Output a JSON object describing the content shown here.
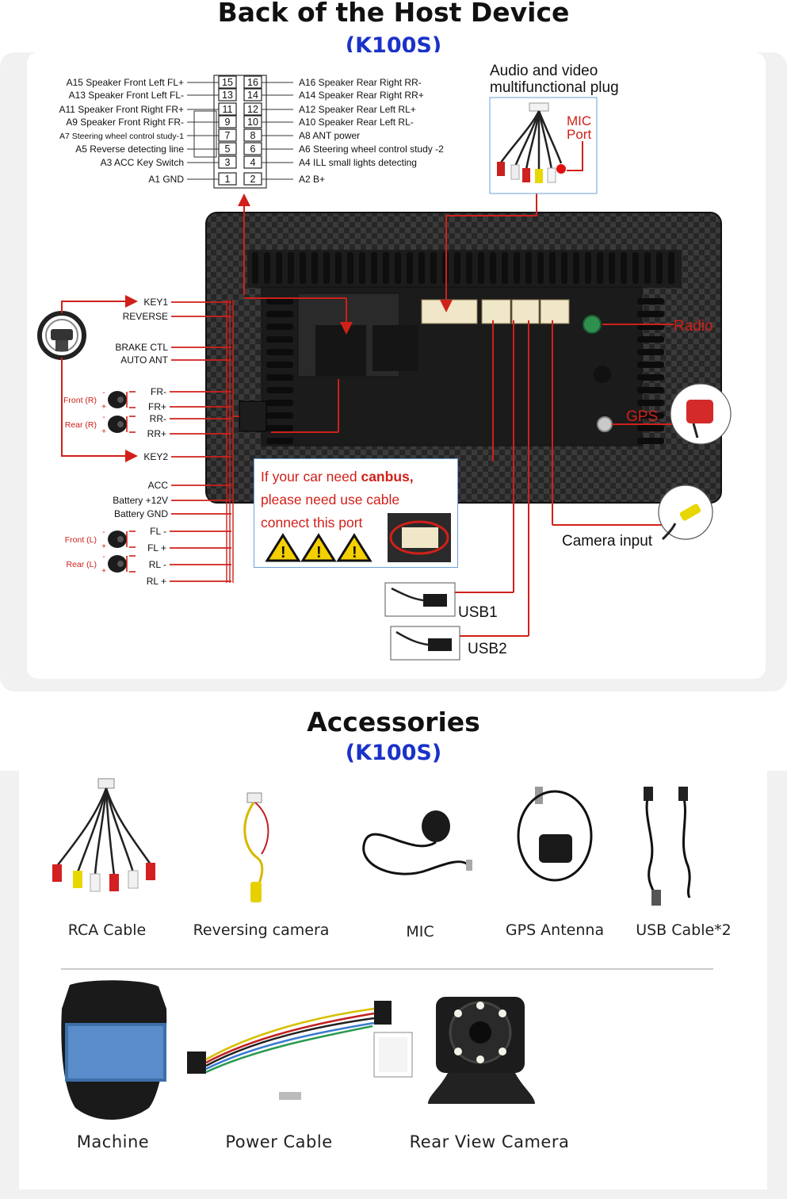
{
  "section1": {
    "title": "Back of the Host Device",
    "model": "(K100S)",
    "av_plug_label_1": "Audio and video",
    "av_plug_label_2": "multifunctional plug",
    "mic_port_1": "MIC",
    "mic_port_2": "Port",
    "radio_label": "Radio",
    "gps_label": "GPS",
    "camera_input_label": "Camera input",
    "usb1_label": "USB1",
    "usb2_label": "USB2",
    "canbus_line1_pre": "If your car need ",
    "canbus_line1_bold": "canbus,",
    "canbus_line2": "please need use cable",
    "canbus_line3": "connect this port",
    "connector_left": [
      "A15  Speaker Front Left FL+",
      "A13  Speaker Front Left FL-",
      "A11  Speaker Front Right FR+",
      "A9    Speaker Front Right FR-",
      "A7    Steering wheel control study-1",
      "A5    Reverse detecting line",
      "A3 ACC Key Switch",
      "A1 GND"
    ],
    "connector_pins_left": [
      "15",
      "13",
      "11",
      "9",
      "7",
      "5",
      "3",
      "1"
    ],
    "connector_pins_right": [
      "16",
      "14",
      "12",
      "10",
      "8",
      "6",
      "4",
      "2"
    ],
    "connector_right": [
      "A16 Speaker Rear Right RR-",
      "A14 Speaker Rear Right RR+",
      "A12 Speaker Rear Left RL+",
      "A10 Speaker Rear Left RL-",
      "A8   ANT power",
      "A6   Steering wheel control study -2",
      "A4   ILL small lights detecting",
      "A2   B+"
    ],
    "wires": {
      "key1": "KEY1",
      "reverse": "REVERSE",
      "brake": "BRAKE CTL",
      "auto_ant": "AUTO ANT",
      "fr_minus": "FR-",
      "fr_plus": "FR+",
      "rr_minus": "RR-",
      "rr_plus": "RR+",
      "key2": "KEY2",
      "acc": "ACC",
      "battery12": "Battery +12V",
      "battery_gnd": "Battery GND",
      "fl_minus": "FL -",
      "fl_plus": "FL +",
      "rl_minus": "RL -",
      "rl_plus": "RL +",
      "front_r": "Front (R)",
      "rear_r": "Rear (R)",
      "front_l": "Front (L)",
      "rear_l": "Rear (L)"
    }
  },
  "section2": {
    "title": "Accessories",
    "model": "(K100S)",
    "row1": [
      "RCA Cable",
      "Reversing  camera",
      "MIC",
      "GPS Antenna",
      "USB Cable*2"
    ],
    "row2": [
      "Machine",
      "Power Cable",
      "Rear View Camera"
    ]
  },
  "colors": {
    "title_blue": "#1a32c8",
    "wire_red": "#d0201a",
    "device_dark": "#1e1e1e"
  }
}
